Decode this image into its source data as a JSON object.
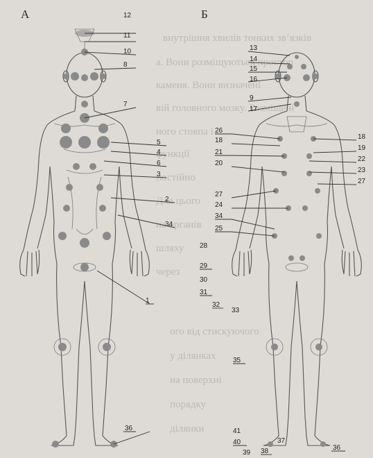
{
  "panels": [
    {
      "title": "А",
      "labels_right": [
        "12",
        "11",
        "10",
        "8",
        "7",
        "5",
        "4",
        "6",
        "3",
        "2",
        "34",
        "1",
        "36"
      ]
    },
    {
      "title": "Б",
      "labels_top": [
        "13",
        "14",
        "15",
        "16",
        "9",
        "17"
      ],
      "labels_right": [
        "18",
        "19",
        "22",
        "23",
        "27"
      ],
      "labels_left": [
        "26",
        "18",
        "21",
        "20",
        "27",
        "24",
        "34",
        "25",
        "28",
        "29",
        "30",
        "31",
        "32",
        "33",
        "35",
        "41",
        "40",
        "39",
        "38",
        "37",
        "36"
      ]
    }
  ],
  "background_text": [
    "внутрішня хвилів тонких звʼязків",
    "а. Вони розміщуються простор",
    "каменя. Вони визначені",
    "вій головного мозку. Розміщені",
    "ного стовпа і",
    "функції",
    "постійно",
    "Для цього",
    "на органів",
    "шляху",
    "через",
    "ого від стискуючого",
    "у ділянках",
    "на поверхні",
    "порядку",
    "ділянки"
  ],
  "colors": {
    "background": "#dedbd6",
    "point": "#8e8e8e",
    "point_dark": "#6c6c6c",
    "outline": "#555555"
  }
}
